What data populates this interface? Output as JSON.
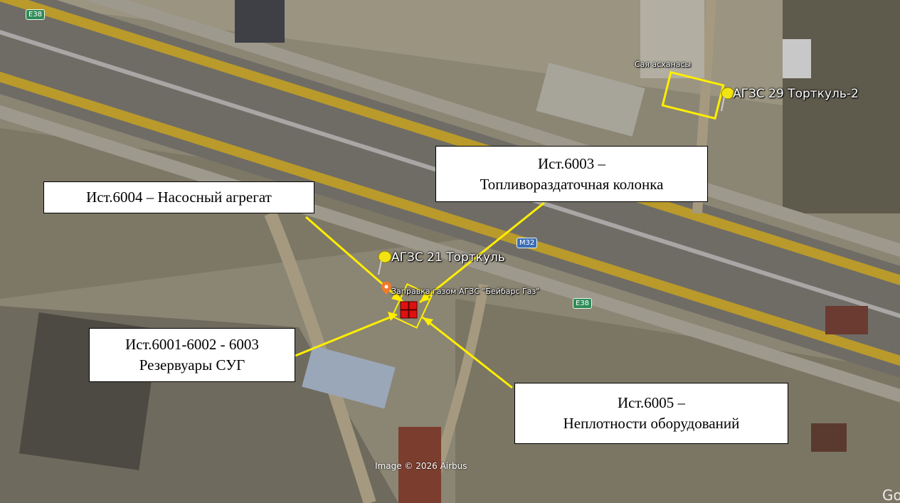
{
  "map": {
    "callouts": {
      "pump": {
        "line1": "Ист.6004 – Насосный агрегат"
      },
      "dispenser": {
        "line1": "Ист.6003 –",
        "line2": "Топливораздаточная колонка"
      },
      "tanks": {
        "line1": "Ист.6001-6002 - 6003",
        "line2": "Резервуары СУГ"
      },
      "leaks": {
        "line1": "Ист.6005 –",
        "line2": "Неплотности оборудований"
      }
    },
    "places": {
      "station_21": "АГЗС 21 Торткуль",
      "station_29": "АГЗС 29 Торткуль-2",
      "refueling": "Заправка газом АГЗС \"Бейбарс Газ\"",
      "sai": "Сая асханасы"
    },
    "road_shields": {
      "e38_top": "E38",
      "m32": "M32",
      "e38_mid": "E38"
    },
    "attribution": "Image © 2026 Airbus",
    "logo": "Go",
    "colors": {
      "callout_line": "#ffee00",
      "marker": "#e01010",
      "pin": "#f2e313"
    }
  }
}
